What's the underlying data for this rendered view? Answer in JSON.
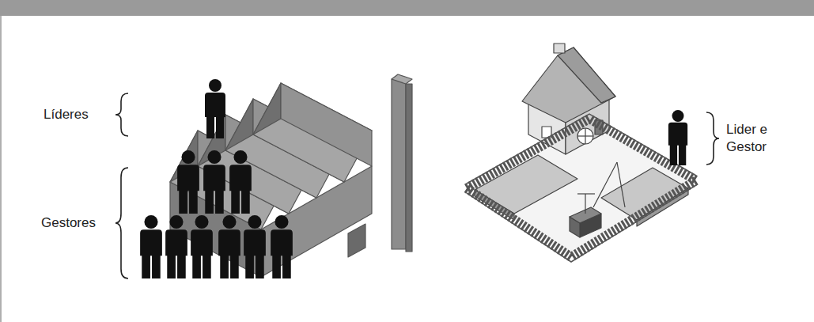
{
  "diagram": {
    "labels": [
      "Líderes",
      "Gestores",
      "Lider e Gestor"
    ]
  }
}
